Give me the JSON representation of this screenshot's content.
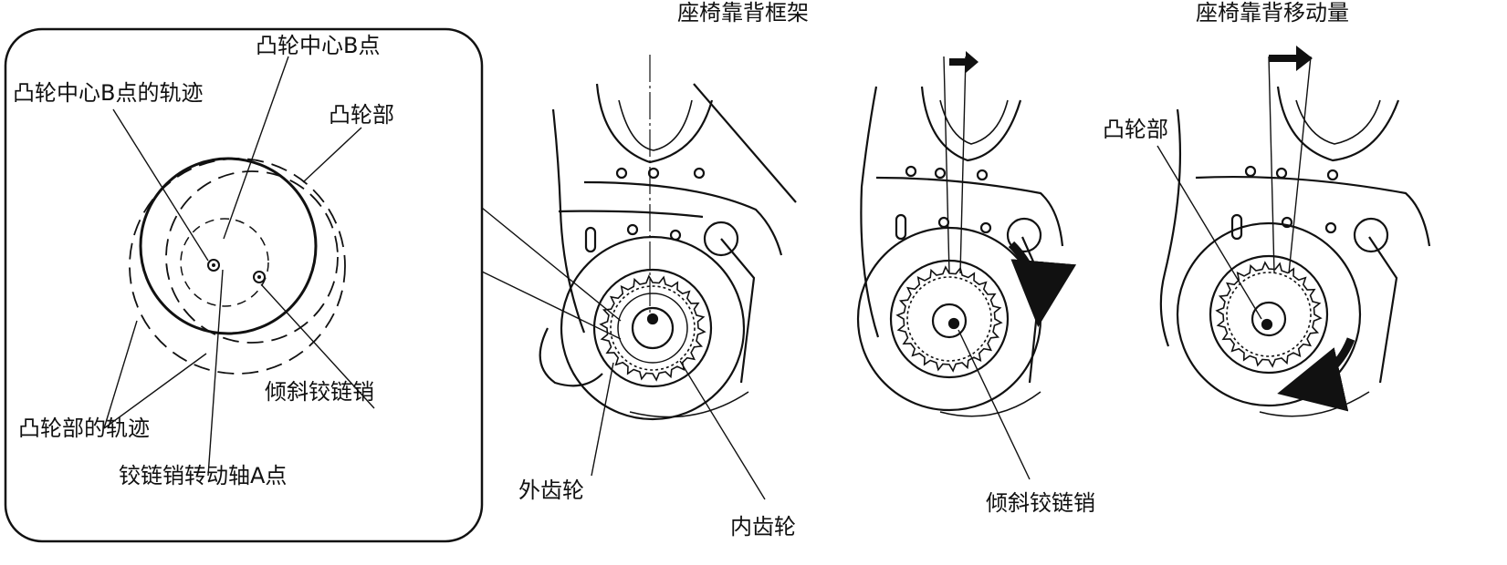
{
  "labels": {
    "cam_center_b": "凸轮中心B点",
    "cam_center_b_track": "凸轮中心B点的轨迹",
    "cam_part_detail": "凸轮部",
    "tilt_hinge_pin_detail": "倾斜铰链销",
    "cam_part_track": "凸轮部的轨迹",
    "hinge_axis_a": "铰链销转动轴A点",
    "seatback_frame": "座椅靠背框架",
    "seatback_movement": "座椅靠背移动量",
    "cam_part_right": "凸轮部",
    "outer_gear": "外齿轮",
    "inner_gear": "内齿轮",
    "tilt_hinge_pin_middle": "倾斜铰链销"
  }
}
